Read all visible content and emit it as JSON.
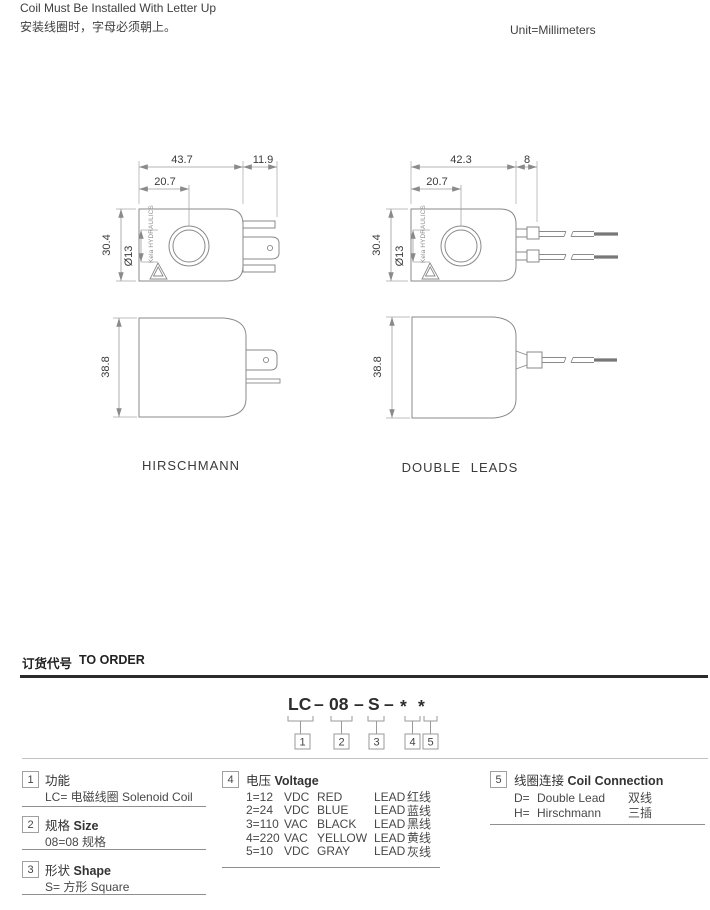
{
  "colors": {
    "accent_rule": "#2b2b2b",
    "drawing_line": "#8a8a8a",
    "dim_line": "#9b9b9b",
    "wire": "#787878",
    "separator": "#c2c2c2"
  },
  "header": {
    "note_en": "Coil Must Be Installed With Letter Up",
    "note_cn": "安装线圈时，字母必须朝上。",
    "unit": "Unit=Millimeters"
  },
  "views": {
    "brand": "Kela HYDRAULICS",
    "labels": {
      "hirschmann": "HIRSCHMANN",
      "double_leads": "DOUBLE LEADS"
    },
    "hirschmann_top": {
      "width": "43.7",
      "connector_width": "11.9",
      "hole_offset": "20.7",
      "body_height": "30.4",
      "hole_dia": "Ø13"
    },
    "double_leads_top": {
      "width": "42.3",
      "lead_exit": "8",
      "hole_offset": "20.7",
      "body_height": "30.4",
      "hole_dia": "Ø13"
    },
    "hirschmann_side": {
      "body_height": "38.8"
    },
    "double_leads_side": {
      "body_height": "38.8"
    }
  },
  "order": {
    "heading_cn": "订货代号",
    "heading_en": "TO ORDER",
    "code_parts": [
      "LC",
      "–",
      "08",
      "–",
      "S",
      "–",
      "*",
      "*"
    ],
    "positions": [
      "1",
      "2",
      "3",
      "4",
      "5"
    ]
  },
  "legend": {
    "item1": {
      "no": "1",
      "title_cn": "功能",
      "desc": "LC= 电磁线圈 Solenoid Coil"
    },
    "item2": {
      "no": "2",
      "title_cn": "规格",
      "title_en": "Size",
      "desc": "08=08 规格"
    },
    "item3": {
      "no": "3",
      "title_cn": "形状",
      "title_en": "Shape",
      "desc": "S= 方形 Square"
    },
    "item4": {
      "no": "4",
      "title_cn": "电压",
      "title_en": "Voltage",
      "rows": [
        {
          "code": "1=12",
          "unit": "VDC",
          "color": "RED",
          "lead": "LEAD",
          "cn": "红线"
        },
        {
          "code": "2=24",
          "unit": "VDC",
          "color": "BLUE",
          "lead": "LEAD",
          "cn": "蓝线"
        },
        {
          "code": "3=110",
          "unit": "VAC",
          "color": "BLACK",
          "lead": "LEAD",
          "cn": "黑线"
        },
        {
          "code": "4=220",
          "unit": "VAC",
          "color": "YELLOW",
          "lead": "LEAD",
          "cn": "黄线"
        },
        {
          "code": "5=10",
          "unit": "VDC",
          "color": "GRAY",
          "lead": "LEAD",
          "cn": "灰线"
        }
      ]
    },
    "item5": {
      "no": "5",
      "title_cn": "线圈连接",
      "title_en": "Coil Connection",
      "rows": [
        {
          "code": "D=",
          "name": "Double Lead",
          "cn": "双线"
        },
        {
          "code": "H=",
          "name": "Hirschmann",
          "cn": "三插"
        }
      ]
    }
  }
}
